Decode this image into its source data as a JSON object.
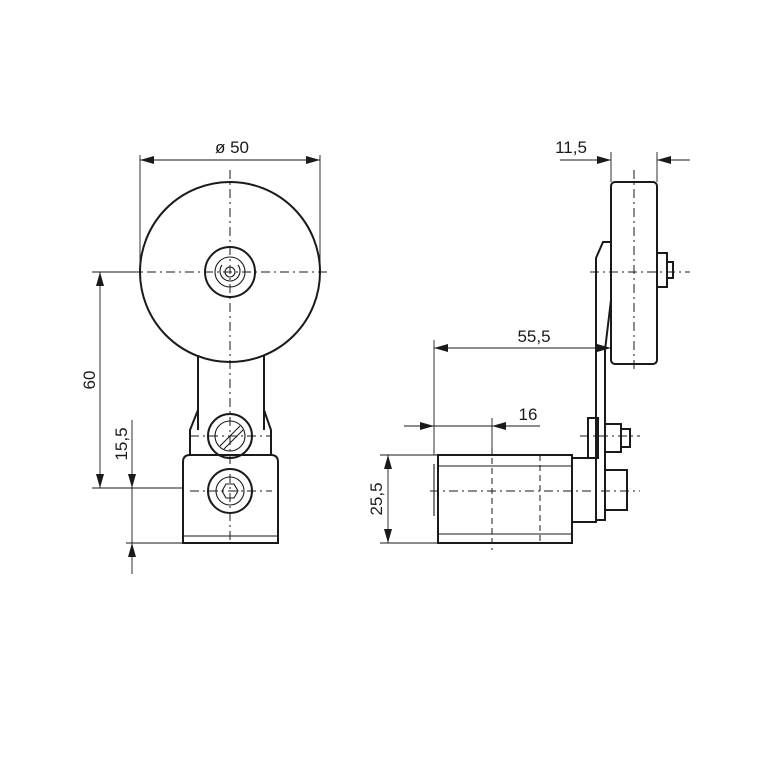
{
  "dimensions": {
    "roller_diameter": "ø 50",
    "roller_width": "11,5",
    "lever_height": "60",
    "lower_offset": "15,5",
    "arm_reach": "55,5",
    "body_offset": "16",
    "body_height": "25,5"
  }
}
